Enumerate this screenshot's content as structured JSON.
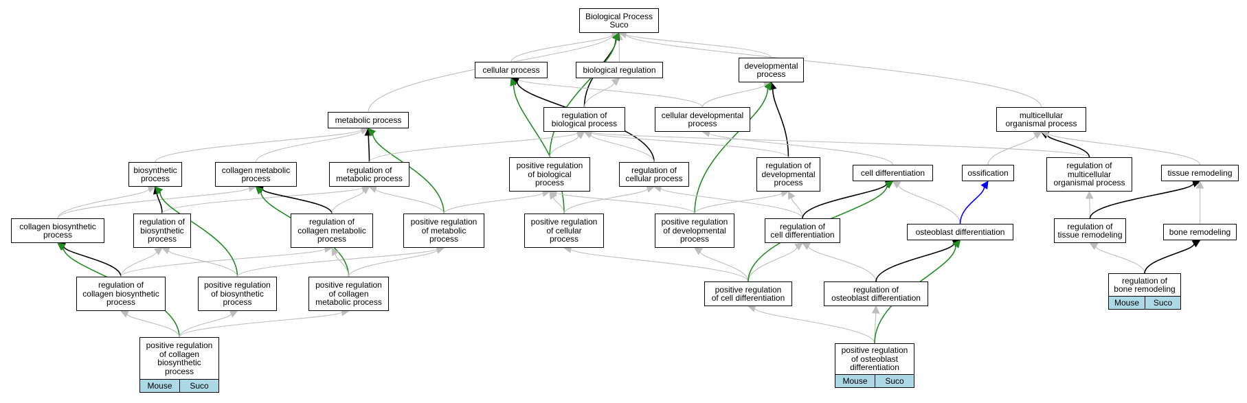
{
  "diagram_type": "GO term graph",
  "nodes": {
    "root": "Biological Process\nSuco",
    "cellular_process": "cellular process",
    "biological_regulation": "biological regulation",
    "developmental_process": "developmental\nprocess",
    "metabolic_process": "metabolic process",
    "regulation_of_biological_process": "regulation of\nbiological process",
    "cellular_developmental_process": "cellular developmental\nprocess",
    "multicellular_organismal_process": "multicellular\norganismal process",
    "biosynthetic_process": "biosynthetic\nprocess",
    "collagen_metabolic_process": "collagen metabolic\nprocess",
    "regulation_of_metabolic_process": "regulation of\nmetabolic process",
    "positive_regulation_of_biological_process": "positive regulation\nof biological\nprocess",
    "regulation_of_cellular_process": "regulation of\ncellular process",
    "regulation_of_developmental_process": "regulation of\ndevelopmental\nprocess",
    "cell_differentiation": "cell differentiation",
    "ossification": "ossification",
    "regulation_of_multicellular_organismal_process": "regulation of\nmulticellular\norganismal process",
    "tissue_remodeling": "tissue remodeling",
    "collagen_biosynthetic_process": "collagen biosynthetic\nprocess",
    "regulation_of_biosynthetic_process": "regulation of\nbiosynthetic\nprocess",
    "regulation_of_collagen_metabolic_process": "regulation of\ncollagen metabolic\nprocess",
    "positive_regulation_of_metabolic_process": "positive regulation\nof metabolic\nprocess",
    "positive_regulation_of_cellular_process": "positive regulation\nof cellular\nprocess",
    "positive_regulation_of_developmental_process": "positive regulation\nof developmental\nprocess",
    "regulation_of_cell_differentiation": "regulation of\ncell differentiation",
    "osteoblast_differentiation": "osteoblast differentiation",
    "regulation_of_tissue_remodeling": "regulation of\ntissue remodeling",
    "bone_remodeling": "bone remodeling",
    "regulation_of_collagen_biosynthetic_process": "regulation of\ncollagen biosynthetic\nprocess",
    "positive_regulation_of_biosynthetic_process": "positive regulation\nof biosynthetic\nprocess",
    "positive_regulation_of_collagen_metabolic_process": "positive regulation\nof collagen\nmetabolic process",
    "positive_regulation_of_cell_differentiation": "positive regulation\nof cell differentiation",
    "regulation_of_osteoblast_differentiation": "regulation of\nosteoblast differentiation",
    "regulation_of_bone_remodeling": "regulation of\nbone remodeling",
    "positive_regulation_of_collagen_biosynthetic_process": "positive regulation\nof collagen\nbiosynthetic\nprocess",
    "positive_regulation_of_osteoblast_differentiation": "positive regulation\nof osteoblast\ndifferentiation"
  },
  "annotations": {
    "positive_regulation_of_collagen_biosynthetic_process": [
      "Mouse",
      "Suco"
    ],
    "positive_regulation_of_osteoblast_differentiation": [
      "Mouse",
      "Suco"
    ],
    "regulation_of_bone_remodeling": [
      "Mouse",
      "Suco"
    ]
  },
  "edges": [
    {
      "from": "cellular_process",
      "to": "root",
      "kind": "is_a"
    },
    {
      "from": "biological_regulation",
      "to": "root",
      "kind": "is_a"
    },
    {
      "from": "developmental_process",
      "to": "root",
      "kind": "is_a"
    },
    {
      "from": "metabolic_process",
      "to": "root",
      "kind": "is_a"
    },
    {
      "from": "multicellular_organismal_process",
      "to": "root",
      "kind": "is_a"
    },
    {
      "from": "regulation_of_biological_process",
      "to": "root",
      "kind": "regulates"
    },
    {
      "from": "positive_regulation_of_biological_process",
      "to": "root",
      "kind": "positively_regulates"
    },
    {
      "from": "regulation_of_biological_process",
      "to": "biological_regulation",
      "kind": "is_a"
    },
    {
      "from": "cellular_developmental_process",
      "to": "cellular_process",
      "kind": "is_a"
    },
    {
      "from": "cellular_developmental_process",
      "to": "developmental_process",
      "kind": "is_a"
    },
    {
      "from": "regulation_of_cellular_process",
      "to": "cellular_process",
      "kind": "regulates"
    },
    {
      "from": "positive_regulation_of_cellular_process",
      "to": "cellular_process",
      "kind": "positively_regulates"
    },
    {
      "from": "regulation_of_developmental_process",
      "to": "developmental_process",
      "kind": "regulates"
    },
    {
      "from": "positive_regulation_of_developmental_process",
      "to": "developmental_process",
      "kind": "positively_regulates"
    },
    {
      "from": "biosynthetic_process",
      "to": "metabolic_process",
      "kind": "is_a"
    },
    {
      "from": "collagen_metabolic_process",
      "to": "metabolic_process",
      "kind": "is_a"
    },
    {
      "from": "regulation_of_metabolic_process",
      "to": "metabolic_process",
      "kind": "regulates"
    },
    {
      "from": "positive_regulation_of_metabolic_process",
      "to": "metabolic_process",
      "kind": "positively_regulates"
    },
    {
      "from": "regulation_of_metabolic_process",
      "to": "regulation_of_biological_process",
      "kind": "is_a"
    },
    {
      "from": "positive_regulation_of_biological_process",
      "to": "regulation_of_biological_process",
      "kind": "is_a"
    },
    {
      "from": "regulation_of_cellular_process",
      "to": "regulation_of_biological_process",
      "kind": "is_a"
    },
    {
      "from": "regulation_of_developmental_process",
      "to": "regulation_of_biological_process",
      "kind": "is_a"
    },
    {
      "from": "regulation_of_multicellular_organismal_process",
      "to": "regulation_of_biological_process",
      "kind": "is_a"
    },
    {
      "from": "cell_differentiation",
      "to": "cellular_developmental_process",
      "kind": "is_a"
    },
    {
      "from": "ossification",
      "to": "multicellular_organismal_process",
      "kind": "is_a"
    },
    {
      "from": "regulation_of_multicellular_organismal_process",
      "to": "multicellular_organismal_process",
      "kind": "regulates"
    },
    {
      "from": "tissue_remodeling",
      "to": "multicellular_organismal_process",
      "kind": "is_a"
    },
    {
      "from": "collagen_biosynthetic_process",
      "to": "biosynthetic_process",
      "kind": "is_a"
    },
    {
      "from": "collagen_biosynthetic_process",
      "to": "collagen_metabolic_process",
      "kind": "is_a"
    },
    {
      "from": "regulation_of_biosynthetic_process",
      "to": "biosynthetic_process",
      "kind": "regulates"
    },
    {
      "from": "regulation_of_biosynthetic_process",
      "to": "regulation_of_metabolic_process",
      "kind": "is_a"
    },
    {
      "from": "regulation_of_collagen_metabolic_process",
      "to": "collagen_metabolic_process",
      "kind": "regulates"
    },
    {
      "from": "regulation_of_collagen_metabolic_process",
      "to": "regulation_of_metabolic_process",
      "kind": "is_a"
    },
    {
      "from": "positive_regulation_of_metabolic_process",
      "to": "regulation_of_metabolic_process",
      "kind": "is_a"
    },
    {
      "from": "positive_regulation_of_metabolic_process",
      "to": "positive_regulation_of_biological_process",
      "kind": "is_a"
    },
    {
      "from": "positive_regulation_of_cellular_process",
      "to": "positive_regulation_of_biological_process",
      "kind": "is_a"
    },
    {
      "from": "positive_regulation_of_cellular_process",
      "to": "regulation_of_cellular_process",
      "kind": "is_a"
    },
    {
      "from": "positive_regulation_of_developmental_process",
      "to": "positive_regulation_of_biological_process",
      "kind": "is_a"
    },
    {
      "from": "positive_regulation_of_developmental_process",
      "to": "regulation_of_developmental_process",
      "kind": "is_a"
    },
    {
      "from": "regulation_of_cell_differentiation",
      "to": "regulation_of_cellular_process",
      "kind": "is_a"
    },
    {
      "from": "regulation_of_cell_differentiation",
      "to": "regulation_of_developmental_process",
      "kind": "is_a"
    },
    {
      "from": "regulation_of_cell_differentiation",
      "to": "cell_differentiation",
      "kind": "regulates"
    },
    {
      "from": "osteoblast_differentiation",
      "to": "cell_differentiation",
      "kind": "is_a"
    },
    {
      "from": "osteoblast_differentiation",
      "to": "ossification",
      "kind": "part_of"
    },
    {
      "from": "regulation_of_tissue_remodeling",
      "to": "regulation_of_multicellular_organismal_process",
      "kind": "is_a"
    },
    {
      "from": "regulation_of_tissue_remodeling",
      "to": "tissue_remodeling",
      "kind": "regulates"
    },
    {
      "from": "bone_remodeling",
      "to": "tissue_remodeling",
      "kind": "is_a"
    },
    {
      "from": "regulation_of_collagen_biosynthetic_process",
      "to": "collagen_biosynthetic_process",
      "kind": "regulates"
    },
    {
      "from": "regulation_of_collagen_biosynthetic_process",
      "to": "regulation_of_biosynthetic_process",
      "kind": "is_a"
    },
    {
      "from": "regulation_of_collagen_biosynthetic_process",
      "to": "regulation_of_collagen_metabolic_process",
      "kind": "is_a"
    },
    {
      "from": "positive_regulation_of_biosynthetic_process",
      "to": "biosynthetic_process",
      "kind": "positively_regulates"
    },
    {
      "from": "positive_regulation_of_biosynthetic_process",
      "to": "regulation_of_biosynthetic_process",
      "kind": "is_a"
    },
    {
      "from": "positive_regulation_of_biosynthetic_process",
      "to": "positive_regulation_of_metabolic_process",
      "kind": "is_a"
    },
    {
      "from": "positive_regulation_of_collagen_metabolic_process",
      "to": "collagen_metabolic_process",
      "kind": "positively_regulates"
    },
    {
      "from": "positive_regulation_of_collagen_metabolic_process",
      "to": "regulation_of_collagen_metabolic_process",
      "kind": "is_a"
    },
    {
      "from": "positive_regulation_of_collagen_metabolic_process",
      "to": "positive_regulation_of_metabolic_process",
      "kind": "is_a"
    },
    {
      "from": "positive_regulation_of_cell_differentiation",
      "to": "positive_regulation_of_cellular_process",
      "kind": "is_a"
    },
    {
      "from": "positive_regulation_of_cell_differentiation",
      "to": "positive_regulation_of_developmental_process",
      "kind": "is_a"
    },
    {
      "from": "positive_regulation_of_cell_differentiation",
      "to": "regulation_of_cell_differentiation",
      "kind": "is_a"
    },
    {
      "from": "positive_regulation_of_cell_differentiation",
      "to": "cell_differentiation",
      "kind": "positively_regulates"
    },
    {
      "from": "regulation_of_osteoblast_differentiation",
      "to": "regulation_of_cell_differentiation",
      "kind": "is_a"
    },
    {
      "from": "regulation_of_osteoblast_differentiation",
      "to": "osteoblast_differentiation",
      "kind": "regulates"
    },
    {
      "from": "regulation_of_bone_remodeling",
      "to": "regulation_of_tissue_remodeling",
      "kind": "is_a"
    },
    {
      "from": "regulation_of_bone_remodeling",
      "to": "bone_remodeling",
      "kind": "regulates"
    },
    {
      "from": "positive_regulation_of_collagen_biosynthetic_process",
      "to": "collagen_biosynthetic_process",
      "kind": "positively_regulates"
    },
    {
      "from": "positive_regulation_of_collagen_biosynthetic_process",
      "to": "regulation_of_collagen_biosynthetic_process",
      "kind": "is_a"
    },
    {
      "from": "positive_regulation_of_collagen_biosynthetic_process",
      "to": "positive_regulation_of_biosynthetic_process",
      "kind": "is_a"
    },
    {
      "from": "positive_regulation_of_collagen_biosynthetic_process",
      "to": "positive_regulation_of_collagen_metabolic_process",
      "kind": "is_a"
    },
    {
      "from": "positive_regulation_of_osteoblast_differentiation",
      "to": "positive_regulation_of_cell_differentiation",
      "kind": "is_a"
    },
    {
      "from": "positive_regulation_of_osteoblast_differentiation",
      "to": "regulation_of_osteoblast_differentiation",
      "kind": "is_a"
    },
    {
      "from": "positive_regulation_of_osteoblast_differentiation",
      "to": "osteoblast_differentiation",
      "kind": "positively_regulates"
    }
  ],
  "edge_colors": {
    "is_a": "#bebebe",
    "regulates": "#000000",
    "positively_regulates": "#228b22",
    "part_of": "#0000ff"
  },
  "annotation_fill": "#add8e6"
}
